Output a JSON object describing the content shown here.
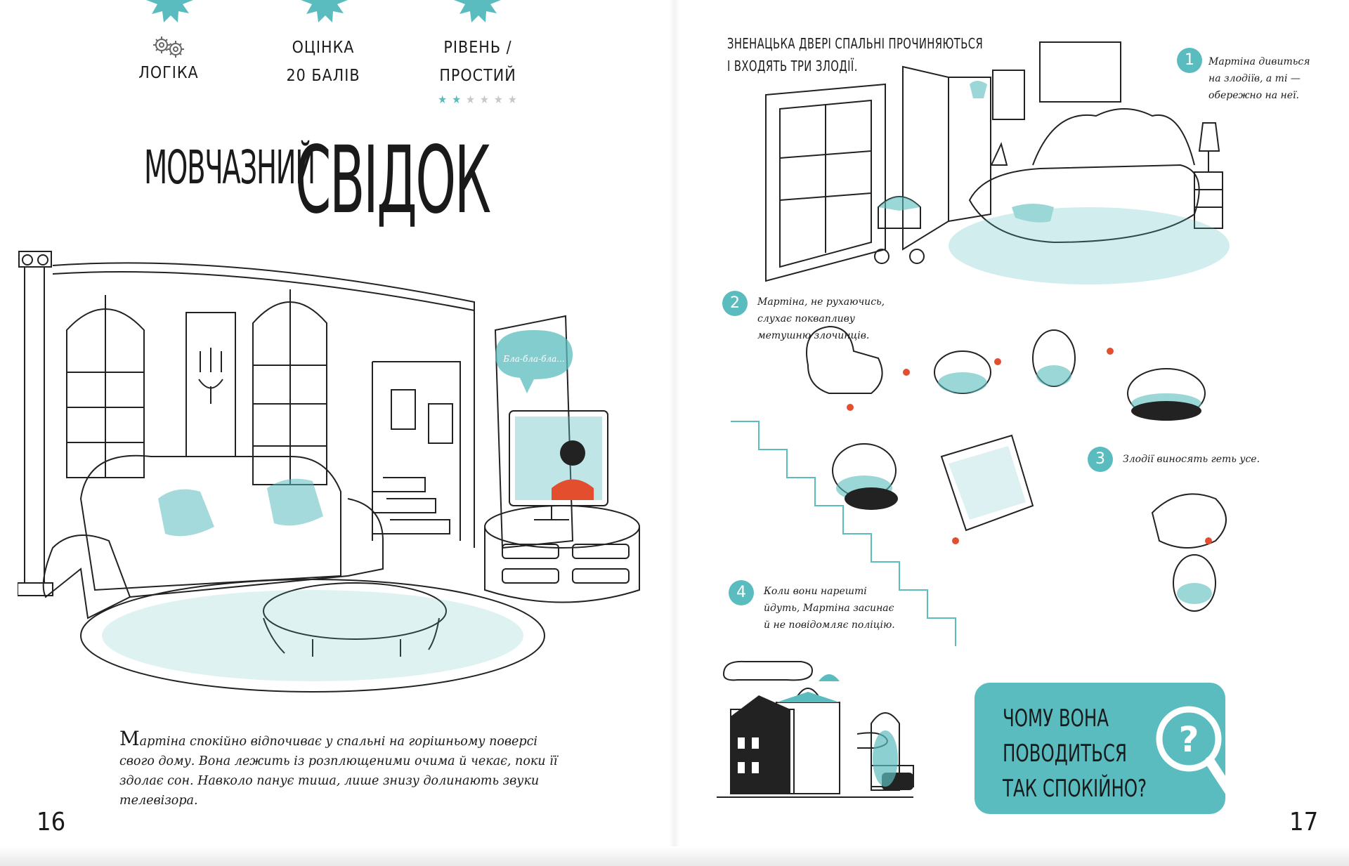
{
  "left_page": {
    "meta": [
      {
        "id": "logic",
        "label": "ЛОГІКА",
        "icon": "gears-icon"
      },
      {
        "id": "score",
        "label_top": "ОЦІНКА",
        "label_bottom": "20 БАЛІВ"
      },
      {
        "id": "level",
        "label": "РІВЕНЬ / ПРОСТИЙ",
        "stars_total": 6,
        "stars_filled": 2
      }
    ],
    "title_small": "МОВЧАЗНИЙ",
    "title_large": "СВІДОК",
    "speech_bubble": "Бла-бла-бла...",
    "intro_first_letter": "М",
    "intro_rest": "артіна спокійно відпочиває у спальні на горішньому поверсі свого дому. Вона лежить із розплющеними очима й чекає, поки її здолає сон. Навколо панує тиша, лише знизу долинають звуки телевізора.",
    "page_number": "16"
  },
  "right_page": {
    "top_text_line1": "ЗНЕНАЦЬКА ДВЕРІ СПАЛЬНІ ПРОЧИНЯЮТЬСЯ",
    "top_text_line2": "І ВХОДЯТЬ ТРИ ЗЛОДІЇ.",
    "steps": [
      {
        "n": "1",
        "lines": [
          "Мартіна дивиться",
          "на злодіїв, а ті —",
          "обережно на неї."
        ]
      },
      {
        "n": "2",
        "lines": [
          "Мартіна, не рухаючись,",
          "слухає поквапливу",
          "метушню злочинців."
        ]
      },
      {
        "n": "3",
        "lines": [
          "Злодії виносять геть усе."
        ]
      },
      {
        "n": "4",
        "lines": [
          "Коли вони нарешті",
          "йдуть, Мартіна засинає",
          "й не повідомляє поліцію."
        ]
      }
    ],
    "question_lines": [
      "ЧОМУ ВОНА",
      "ПОВОДИТЬСЯ",
      "ТАК СПОКІЙНО?"
    ],
    "magnifier_mark": "?",
    "page_number": "17"
  },
  "colors": {
    "accent": "#5bbcbf",
    "ink": "#1a1a1a",
    "paper": "#ffffff"
  }
}
